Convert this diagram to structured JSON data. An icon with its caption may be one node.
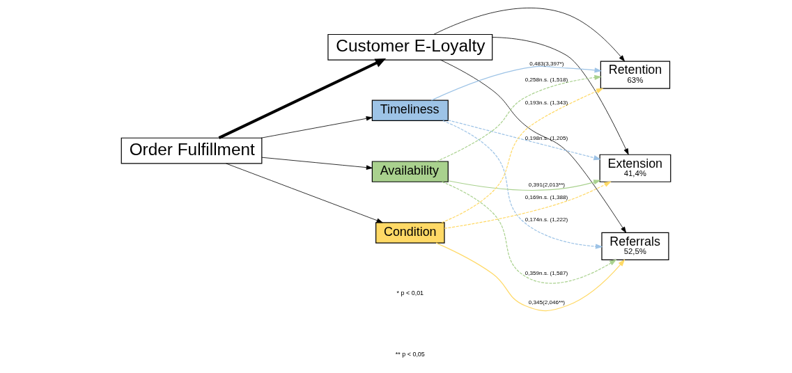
{
  "diagram": {
    "nodes": [
      {
        "text": [
          "Order Fulfillment"
        ]
      },
      {
        "text": [
          "Customer E-Loyalty"
        ]
      },
      {
        "text": [
          "Timeliness"
        ]
      },
      {
        "text": [
          "Availability"
        ]
      },
      {
        "text": [
          "Condition"
        ]
      },
      {
        "text": [
          "Retention",
          "63%"
        ]
      },
      {
        "text": [
          "Extension",
          "41,4%"
        ]
      },
      {
        "text": [
          "Referrals",
          "52,5%"
        ]
      }
    ],
    "edges": [
      {
        "from": 0,
        "to": 1,
        "arrow": "to",
        "style": "thick"
      },
      {
        "from": 0,
        "to": 2,
        "arrow": "to"
      },
      {
        "from": 0,
        "to": 3,
        "arrow": "to"
      },
      {
        "from": 0,
        "to": 4,
        "arrow": "to"
      },
      {
        "from": 1,
        "to": 5,
        "arrow": "to"
      },
      {
        "from": 1,
        "to": 6,
        "arrow": "to"
      },
      {
        "from": 1,
        "to": 7,
        "arrow": "to"
      },
      {
        "from": 2,
        "to": 5,
        "arrow": "to",
        "label": "0,483(3,397*)",
        "color": "#9dc3e6"
      },
      {
        "from": 2,
        "to": 6,
        "arrow": "to",
        "label": "0,198n.s. (1,205)",
        "style": "dashed",
        "color": "#9dc3e6"
      },
      {
        "from": 2,
        "to": 7,
        "arrow": "to",
        "label": "0,174n.s. (1,222)",
        "style": "dashed",
        "color": "#9dc3e6"
      },
      {
        "from": 3,
        "to": 5,
        "arrow": "to",
        "label": "0,258n.s. (1,518)",
        "style": "dashed",
        "color": "#a9d18e"
      },
      {
        "from": 3,
        "to": 6,
        "arrow": "to",
        "label": "0,391(2,013**)",
        "color": "#a9d18e"
      },
      {
        "from": 3,
        "to": 7,
        "arrow": "to",
        "label": "0,359n.s. (1,587)",
        "style": "dashed",
        "color": "#a9d18e"
      },
      {
        "from": 4,
        "to": 5,
        "arrow": "to",
        "label": "0,193n.s. (1,343)",
        "style": "dashed",
        "color": "#ffd966"
      },
      {
        "from": 4,
        "to": 6,
        "arrow": "to",
        "label": "0,169n.s. (1,388)",
        "style": "dashed",
        "color": "#ffd966"
      },
      {
        "from": 4,
        "to": 7,
        "arrow": "to",
        "label": "0,345(2,046**)",
        "color": "#ffd966"
      }
    ],
    "labels": [
      "* p < 0,01",
      "** p < 0,05"
    ]
  }
}
